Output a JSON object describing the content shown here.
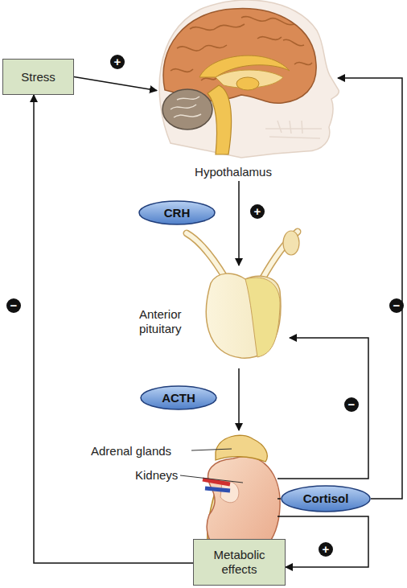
{
  "diagram": {
    "nodes": [
      {
        "text": [
          "Stress"
        ]
      },
      {
        "text": [
          "Hypothalamus"
        ]
      },
      {
        "text": [
          "CRH"
        ]
      },
      {
        "text": [
          "Anterior pituitary"
        ]
      },
      {
        "text": [
          "ACTH"
        ]
      },
      {
        "text": [
          "Adrenal glands",
          "Kidneys"
        ]
      },
      {
        "text": [
          "Cortisol"
        ]
      },
      {
        "text": [
          "Metabolic effects"
        ]
      }
    ],
    "edges": [
      {
        "from": 0,
        "to": 1,
        "arrow": "to",
        "label": "+"
      },
      {
        "from": 1,
        "to": 3,
        "arrow": "to",
        "label": "+"
      },
      {
        "from": 3,
        "to": 5,
        "arrow": "to"
      },
      {
        "from": 5,
        "to": 3,
        "arrow": "to",
        "label": "−"
      },
      {
        "from": 5,
        "to": 6,
        "arrow": "none"
      },
      {
        "from": 6,
        "to": 1,
        "arrow": "to",
        "label": "−"
      },
      {
        "from": 5,
        "to": 7,
        "arrow": "to",
        "label": "+"
      },
      {
        "from": 7,
        "to": 0,
        "arrow": "to",
        "label": "−"
      }
    ]
  }
}
